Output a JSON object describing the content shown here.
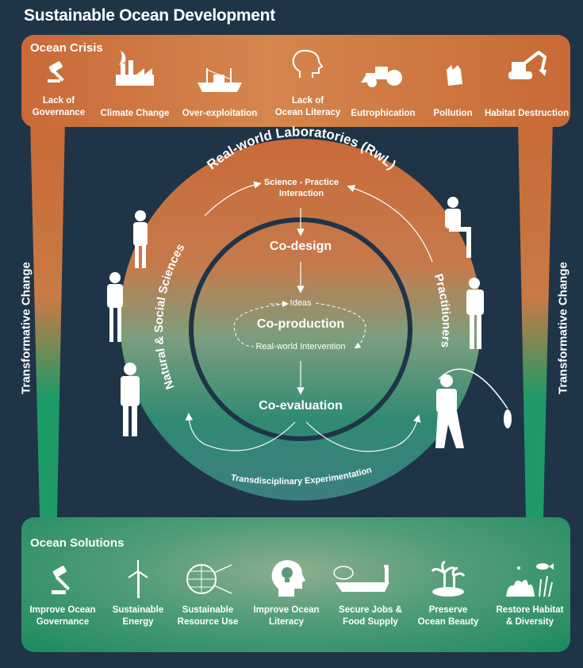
{
  "title": "Sustainable Ocean Development",
  "crisis": {
    "title": "Ocean Crisis",
    "items": [
      {
        "label": "Lack of\nGovernance",
        "icon": "gavel-icon"
      },
      {
        "label": "Climate Change",
        "icon": "factory-icon"
      },
      {
        "label": "Over-exploitation",
        "icon": "fishing-trawler-icon"
      },
      {
        "label": "Lack of\nOcean Literacy",
        "icon": "head-icon"
      },
      {
        "label": "Eutrophication",
        "icon": "tractor-icon"
      },
      {
        "label": "Pollution",
        "icon": "plastic-bag-icon"
      },
      {
        "label": "Habitat Destruction",
        "icon": "excavator-icon"
      }
    ]
  },
  "solutions": {
    "title": "Ocean Solutions",
    "items": [
      {
        "label": "Improve Ocean\nGovernance",
        "icon": "gavel-icon"
      },
      {
        "label": "Sustainable\nEnergy",
        "icon": "wind-turbine-icon"
      },
      {
        "label": "Sustainable\nResource Use",
        "icon": "globe-net-icon"
      },
      {
        "label": "Improve Ocean\nLiteracy",
        "icon": "head-lightbulb-icon"
      },
      {
        "label": "Secure Jobs &\nFood Supply",
        "icon": "boat-net-icon"
      },
      {
        "label": "Preserve\nOcean Beauty",
        "icon": "palm-island-icon"
      },
      {
        "label": "Restore Habitat\n& Diversity",
        "icon": "coral-fish-icon"
      }
    ]
  },
  "side_labels": {
    "left": "Transformative Change",
    "right": "Transformative Change"
  },
  "cycle": {
    "ring_title": "Real-world Laboratories (RwL)",
    "left_arc": "Natural & Social Sciences",
    "right_arc": "Practitioners",
    "bottom_arc": "Transdisciplinary Experimentation",
    "interaction": "Science - Practice\nInteraction",
    "codesign": "Co-design",
    "ideas": "Ideas",
    "coproduction": "Co-production",
    "intervention": "Real-world Intervention",
    "coevaluation": "Co-evaluation"
  },
  "colors": {
    "background": "#1f3447",
    "crisis": "#c96a38",
    "solutions": "#1d8a5e",
    "inner_ring": "#1f3447"
  }
}
